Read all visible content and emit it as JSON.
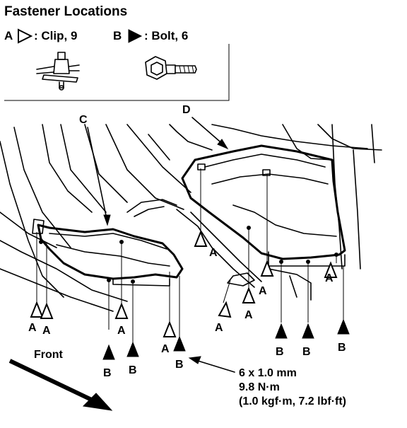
{
  "title": "Fastener Locations",
  "legend": {
    "a_letter": "A",
    "a_text": ": Clip, 9",
    "b_letter": "B",
    "b_text": ": Bolt, 6"
  },
  "parts": {
    "c": "C",
    "d": "D"
  },
  "front_label": "Front",
  "torque_spec": {
    "line1": "6 x 1.0 mm",
    "line2": "9.8 N·m",
    "line3": "(1.0 kgf·m, 7.2 lbf·ft)"
  },
  "clip_marker_letter": "A",
  "bolt_marker_letter": "B"
}
